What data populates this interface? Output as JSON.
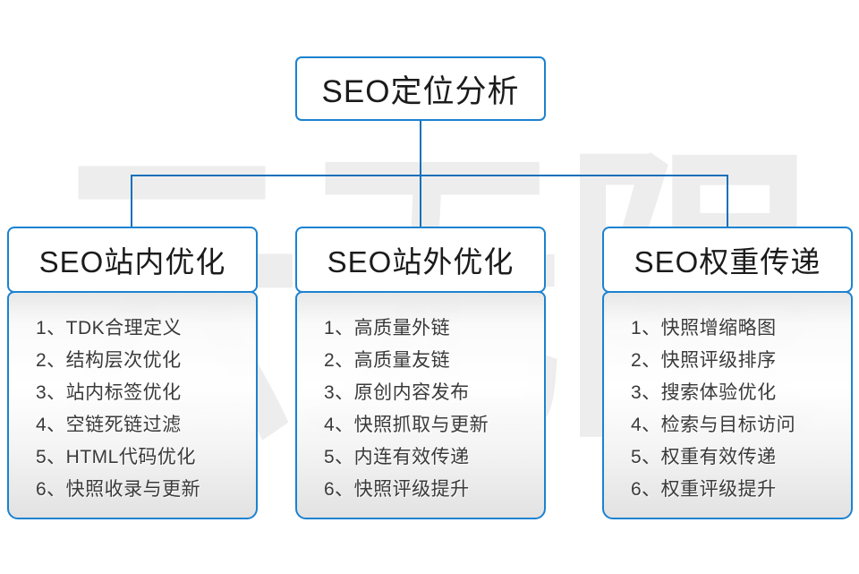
{
  "watermark": {
    "text": "云无限"
  },
  "root": {
    "label": "SEO定位分析"
  },
  "columns": [
    {
      "header": "SEO站内优化",
      "items": [
        "1、TDK合理定义",
        "2、结构层次优化",
        "3、站内标签优化",
        "4、空链死链过滤",
        "5、HTML代码优化",
        "6、快照收录与更新"
      ]
    },
    {
      "header": "SEO站外优化",
      "items": [
        "1、高质量外链",
        "2、高质量友链",
        "3、原创内容发布",
        "4、快照抓取与更新",
        "5、内连有效传递",
        "6、快照评级提升"
      ]
    },
    {
      "header": "SEO权重传递",
      "items": [
        "1、快照增缩略图",
        "2、快照评级排序",
        "3、搜索体验优化",
        "4、检索与目标访问",
        "5、权重有效传递",
        "6、权重评级提升"
      ]
    }
  ],
  "colors": {
    "box_border": "#1c82d0",
    "connector": "#1470ba",
    "header_text": "#1b1b1b",
    "item_text": "#3a3a3a",
    "watermark_gray": "#ededed"
  }
}
